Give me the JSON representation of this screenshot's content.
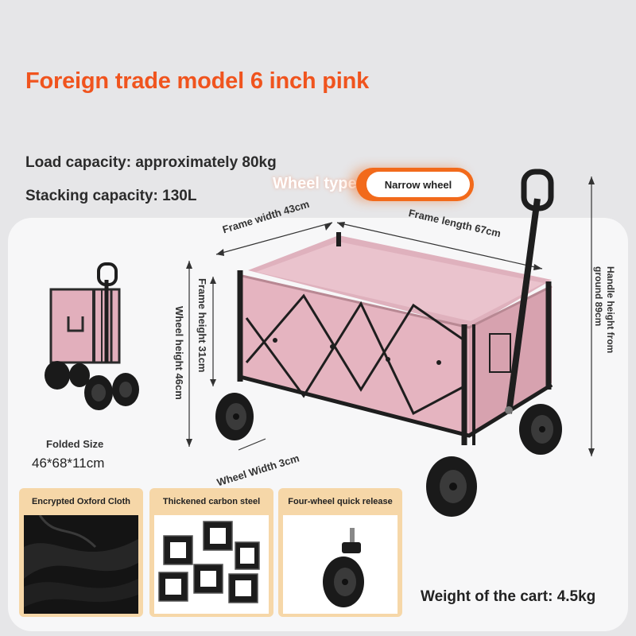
{
  "title": "Foreign trade model 6 inch pink",
  "specs": {
    "load": "Load capacity: approximately 80kg",
    "stacking": "Stacking capacity: 130L"
  },
  "wheel_type": {
    "label": "Wheel type",
    "value": "Narrow wheel"
  },
  "dimensions": {
    "frame_width": "Frame width 43cm",
    "frame_length": "Frame length 67cm",
    "frame_height": "Frame height 31cm",
    "wheel_height": "Wheel height 46cm",
    "wheel_width": "Wheel Width 3cm",
    "handle_height_line1": "Handle height from",
    "handle_height_line2": "ground 89cm"
  },
  "folded": {
    "label": "Folded Size",
    "value": "46*68*11cm"
  },
  "features": [
    {
      "label": "Encrypted Oxford Cloth",
      "icon": "oxford-cloth-image"
    },
    {
      "label": "Thickened carbon steel",
      "icon": "steel-tubes-image"
    },
    {
      "label": "Four-wheel quick release",
      "icon": "caster-wheel-image"
    }
  ],
  "weight": "Weight of the cart: 4.5kg",
  "colors": {
    "accent": "#f0541e",
    "pill": "#f26a1b",
    "cart_fabric": "#e8b8c4",
    "frame": "#1e1e1e",
    "feature_bg": "#f6d7a8"
  }
}
